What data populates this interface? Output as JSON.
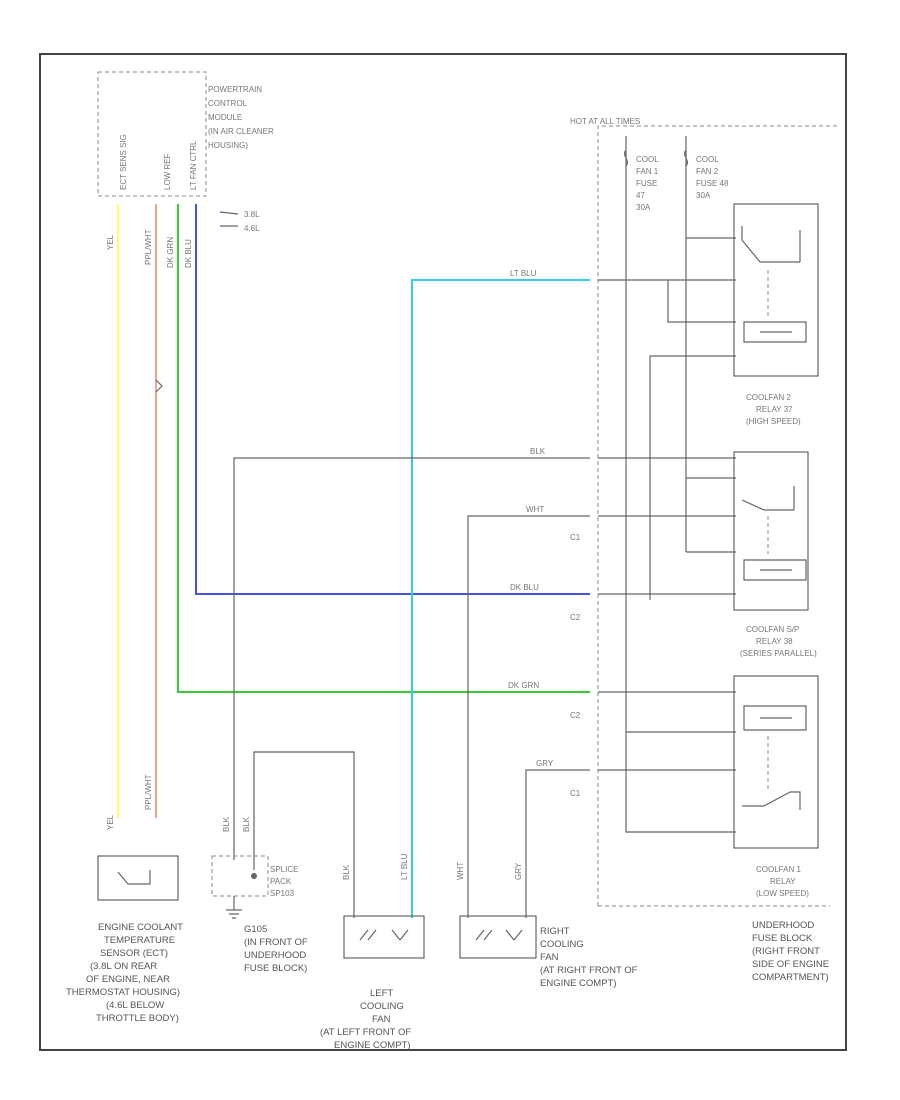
{
  "colors": {
    "ylw": "#ffff66",
    "ppl_wht": "#e8a98b",
    "dk_grn": "#33cc33",
    "dk_blu": "#4455dd",
    "lt_blu": "#33ccee",
    "blk": "#555555",
    "wht": "#cccccc",
    "gry": "#999999"
  },
  "pcm": {
    "title": [
      "POWERTRAIN",
      "CONTROL",
      "MODULE",
      "(IN AIR CLEANER",
      "HOUSING)"
    ],
    "pins": [
      "ECT SENS SIG",
      "LOW REF",
      "LT FAN CTRL"
    ],
    "engine_notes": [
      "3.8L",
      "4.6L"
    ]
  },
  "fuse_block": {
    "hot_label": "HOT AT ALL TIMES",
    "fuse1": [
      "COOL",
      "FAN 1",
      "FUSE",
      "47",
      "30A"
    ],
    "fuse2": [
      "COOL",
      "FAN 2",
      "FUSE 48",
      "30A"
    ],
    "relay2_title": [
      "COOLFAN 2",
      "RELAY 37",
      "(HIGH SPEED)"
    ],
    "relay_sp_title": [
      "COOLFAN S/P",
      "RELAY 38",
      "(SERIES PARALLEL)"
    ],
    "relay1_title": [
      "COOLFAN 1",
      "RELAY",
      "(LOW SPEED)"
    ],
    "caption": [
      "UNDERHOOD",
      "FUSE BLOCK",
      "(RIGHT FRONT",
      "SIDE OF ENGINE",
      "COMPARTMENT)"
    ]
  },
  "wires": {
    "lt_blu": "LT BLU",
    "blk": "BLK",
    "wht": "WHT",
    "dk_blu": "DK BLU",
    "dk_grn": "DK GRN",
    "gry": "GRY",
    "ylw": "YEL",
    "ppl_wht": "PPL/WHT",
    "c1": "C1",
    "c2": "C2"
  },
  "components": {
    "ect": [
      "ENGINE COOLANT",
      "TEMPERATURE",
      "SENSOR (ECT)",
      "(3.8L ON REAR",
      "OF ENGINE, NEAR",
      "THERMOSTAT HOUSING)",
      "(4.6L BELOW",
      "THROTTLE BODY)"
    ],
    "g105": [
      "G105",
      "(IN FRONT OF",
      "UNDERHOOD",
      "FUSE BLOCK)"
    ],
    "splice": [
      "SPLICE",
      "PACK",
      "SP103"
    ],
    "left_fan": [
      "LEFT",
      "COOLING",
      "FAN",
      "(AT LEFT FRONT OF",
      "ENGINE COMPT)"
    ],
    "right_fan": [
      "RIGHT",
      "COOLING",
      "FAN",
      "(AT RIGHT FRONT OF",
      "ENGINE COMPT)"
    ]
  }
}
